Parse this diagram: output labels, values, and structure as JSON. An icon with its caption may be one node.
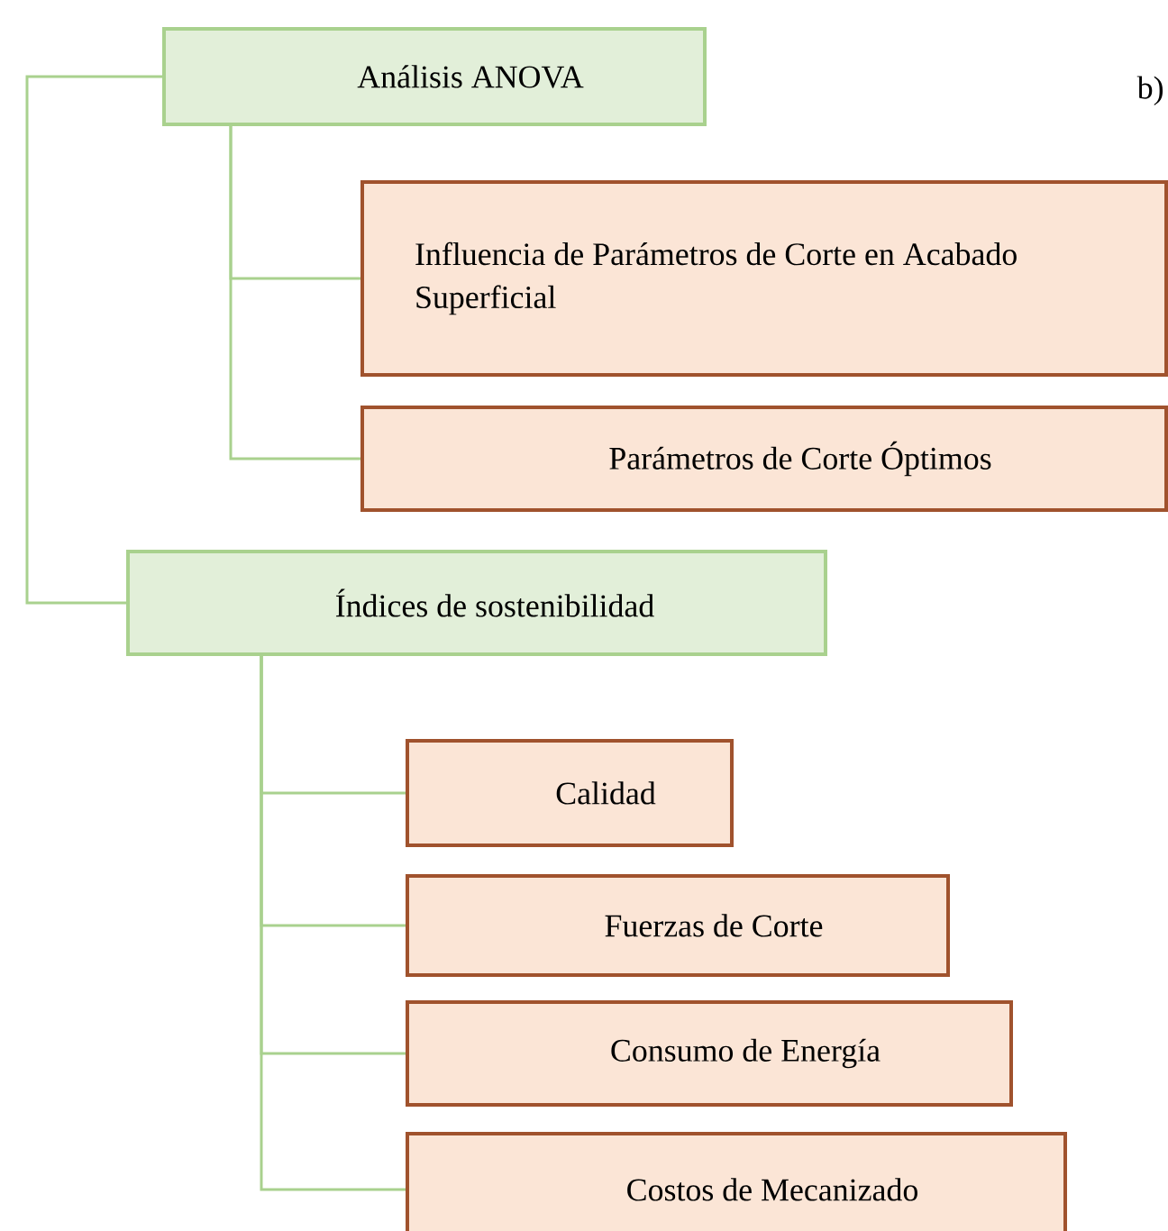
{
  "diagram": {
    "nodes": [
      {
        "text": [
          "Análisis ANOVA"
        ]
      },
      {
        "text": [
          "Influencia de Parámetros de Corte en Acabado Superficial"
        ]
      },
      {
        "text": [
          "Parámetros de Corte Óptimos"
        ]
      },
      {
        "text": [
          "Índices de sostenibilidad"
        ]
      },
      {
        "text": [
          "Calidad"
        ]
      },
      {
        "text": [
          "Fuerzas de Corte"
        ]
      },
      {
        "text": [
          "Consumo de Energía"
        ]
      },
      {
        "text": [
          "Costos de Mecanizado"
        ]
      }
    ],
    "edges": [
      {
        "from": 0,
        "to": 1,
        "arrow": "none"
      },
      {
        "from": 0,
        "to": 2,
        "arrow": "none"
      },
      {
        "from": 0,
        "to": 3,
        "arrow": "none"
      },
      {
        "from": 3,
        "to": 4,
        "arrow": "none"
      },
      {
        "from": 3,
        "to": 5,
        "arrow": "none"
      },
      {
        "from": 3,
        "to": 6,
        "arrow": "none"
      },
      {
        "from": 3,
        "to": 7,
        "arrow": "none"
      }
    ],
    "labels": [
      "b)"
    ]
  }
}
